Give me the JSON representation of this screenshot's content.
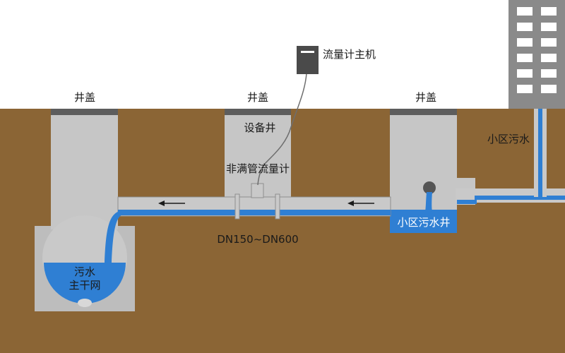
{
  "labels": {
    "cover_left": "井盖",
    "cover_middle": "井盖",
    "cover_right": "井盖",
    "device_well": "设备井",
    "flowmeter": "非满管流量计",
    "host": "流量计主机",
    "community_sewage": "小区污水",
    "community_well": "小区污水井",
    "pipe_size": "DN150~DN600",
    "main_line_1": "污水",
    "main_line_2": "主干网"
  },
  "colors": {
    "sky": "#ffffff",
    "soil": "#8b6535",
    "shaft": "#c6c6c6",
    "cover": "#5d5d5d",
    "pipe": "#c9c9c9",
    "water": "#2f7fd3",
    "host_box": "#4a4a4a",
    "building": "#8a8a8a",
    "window": "#ffffff",
    "text_light": "#ffffff"
  },
  "icons": {
    "flow_arrow": "arrow-left-icon",
    "host": "flowmeter-host-icon",
    "building": "building-icon"
  }
}
